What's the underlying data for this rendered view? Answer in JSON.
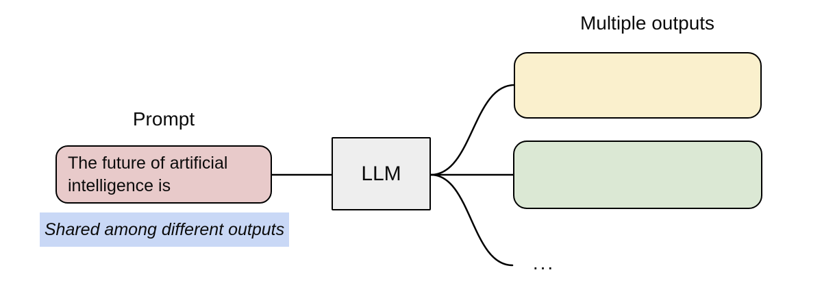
{
  "colors": {
    "canvas-bg": "#ffffff",
    "stroke": "#000000",
    "text": "#0b0b0b",
    "prompt-fill": "#e8caca",
    "caption-bg": "#c9d8f6",
    "llm-fill": "#eeeeee",
    "output-1-fill": "#faf0cd",
    "output-2-fill": "#dbe8d4"
  },
  "diagram": {
    "prompt": {
      "label": "Prompt",
      "box_text": "The future of artificial intelligence is",
      "caption": "Shared among different outputs"
    },
    "llm": {
      "label": "LLM"
    },
    "outputs": {
      "label": "Multiple outputs",
      "ellipsis": "..."
    }
  }
}
